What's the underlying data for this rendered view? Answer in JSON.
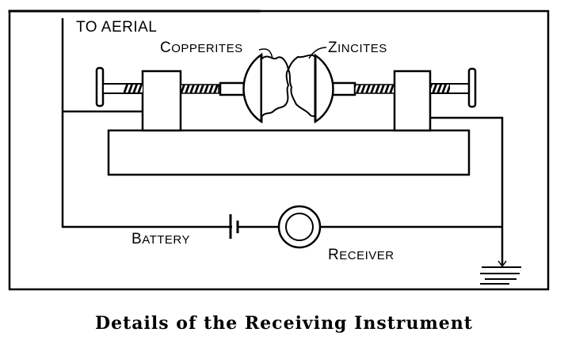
{
  "diagram": {
    "title": "Details of the Receiving Instrument",
    "labels": {
      "aerial": {
        "first": "T",
        "rest": "O AERIAL"
      },
      "copperites": {
        "first": "C",
        "rest": "OPPERITES"
      },
      "zincites": {
        "first": "Z",
        "rest": "INCITES"
      },
      "battery": {
        "first": "B",
        "rest": "ATTERY"
      },
      "receiver": {
        "first": "R",
        "rest": "ECEIVER"
      }
    },
    "components": [
      "aerial-lead",
      "left-thumbscrew",
      "left-post",
      "copperite-cup",
      "zincite-cup",
      "right-post",
      "right-thumbscrew",
      "base-block",
      "battery",
      "receiver",
      "ground"
    ],
    "colors": {
      "ink": "#000000",
      "paper": "#ffffff"
    }
  }
}
